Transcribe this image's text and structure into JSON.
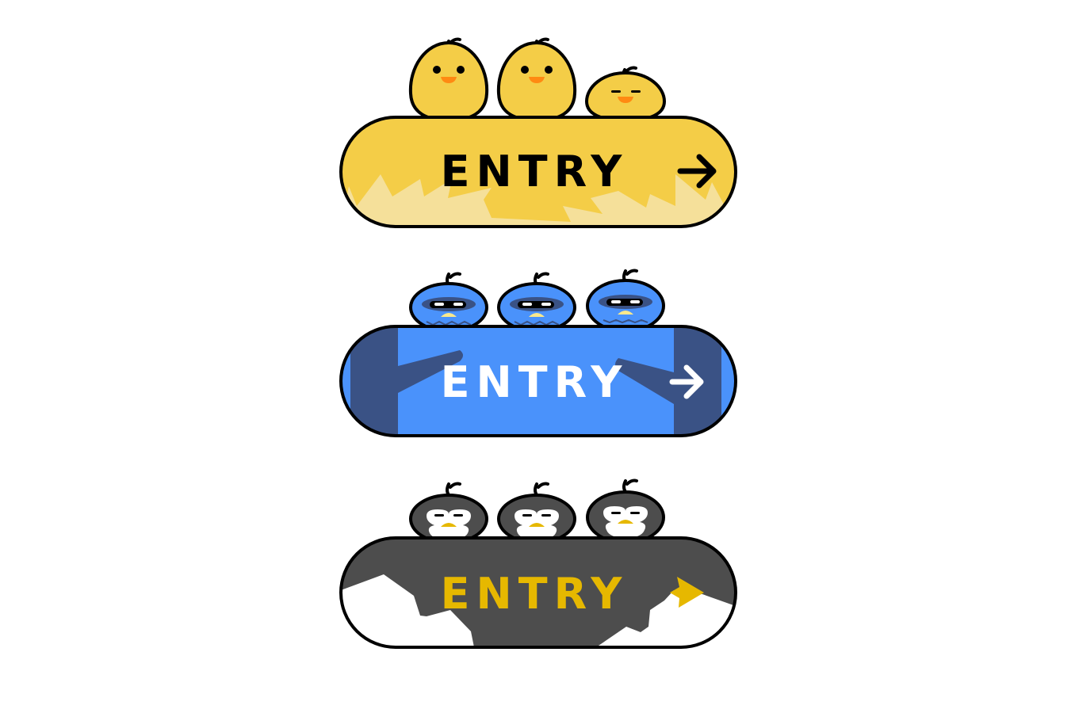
{
  "buttons": [
    {
      "id": "chick",
      "label": "ENTRY",
      "arrow": "arrow-right-icon",
      "theme": {
        "fill": "#f4cd47",
        "accent": "#f5e09a",
        "text": "#000000",
        "outline": "#000000",
        "beak": "#ff8a12"
      },
      "birds": [
        {
          "kind": "chick",
          "eyes": "open"
        },
        {
          "kind": "chick",
          "eyes": "open"
        },
        {
          "kind": "chick",
          "eyes": "closed"
        }
      ]
    },
    {
      "id": "bluebird",
      "label": "ENTRY",
      "arrow": "arrow-right-icon",
      "theme": {
        "fill": "#4a92fb",
        "accent": "#3a5285",
        "text": "#ffffff",
        "outline": "#000000",
        "beak": "#f9e88d"
      },
      "birds": [
        {
          "kind": "bluebird",
          "eyes": "masked"
        },
        {
          "kind": "bluebird",
          "eyes": "masked"
        },
        {
          "kind": "bluebird",
          "eyes": "masked"
        }
      ]
    },
    {
      "id": "penguin",
      "label": "ENTRY",
      "arrow": "arrow-right-icon",
      "theme": {
        "fill": "#4d4d4d",
        "accent": "#ffffff",
        "text": "#e6b800",
        "outline": "#000000",
        "beak": "#e6b800"
      },
      "birds": [
        {
          "kind": "penguin",
          "eyes": "closed"
        },
        {
          "kind": "penguin",
          "eyes": "closed"
        },
        {
          "kind": "penguin",
          "eyes": "closed"
        }
      ]
    }
  ]
}
